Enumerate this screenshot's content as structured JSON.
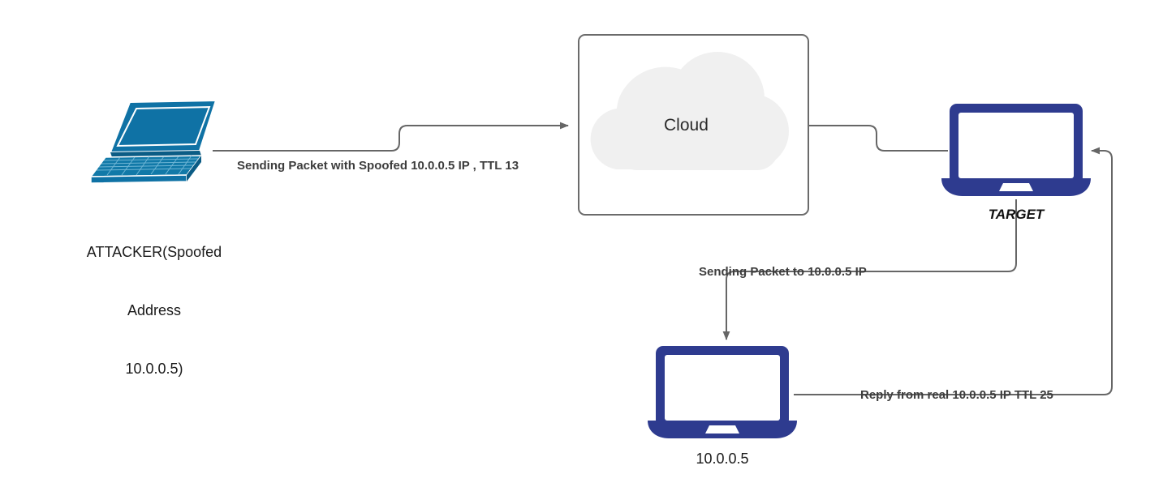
{
  "diagram": {
    "title": "IP Spoofing / TTL Reflection Network Diagram",
    "background_color": "#ffffff",
    "colors": {
      "attacker_device": "#0f72a5",
      "attacker_device_dark": "#0b5c85",
      "target_device": "#2e3b8f",
      "victim_device": "#2e3b8f",
      "wire": "#666666",
      "box_border": "#6b6b6b",
      "cloud_fill": "#f0f0f0",
      "edge_label_text": "#3d3d3d",
      "node_label_text": "#1a1a1a"
    }
  },
  "nodes": [
    {
      "id": "attacker",
      "icon": "laptop-isometric-icon",
      "label_lines": [
        "ATTACKER(Spoofed",
        "Address",
        "10.0.0.5)"
      ]
    },
    {
      "id": "cloud",
      "icon": "cloud-icon",
      "label": "Cloud"
    },
    {
      "id": "target",
      "icon": "laptop-icon",
      "label": "TARGET"
    },
    {
      "id": "victim",
      "icon": "laptop-icon",
      "label": "10.0.0.5"
    }
  ],
  "edges": [
    {
      "id": "attacker-to-cloud",
      "label": "Sending Packet with Spoofed 10.0.0.5 IP , TTL 13",
      "from": "attacker",
      "to": "cloud",
      "arrow": true
    },
    {
      "id": "cloud-to-target",
      "label": "",
      "from": "cloud",
      "to": "target",
      "arrow": false
    },
    {
      "id": "target-to-victim",
      "label": "Sending Packet to 10.0.0.5 IP",
      "from": "target",
      "to": "victim",
      "arrow": true
    },
    {
      "id": "victim-to-target",
      "label": "Reply from real 10.0.0.5 IP TTL 25",
      "from": "victim",
      "to": "target",
      "arrow": true
    }
  ]
}
